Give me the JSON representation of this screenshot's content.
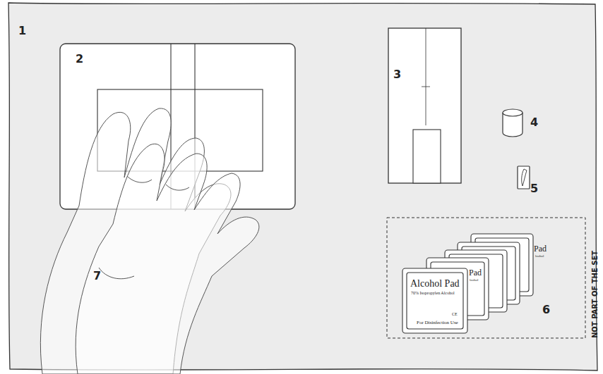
{
  "diagram": {
    "labels": [
      "1",
      "2",
      "3",
      "4",
      "5",
      "6",
      "7",
      "NOT PART OF THE SET",
      "Alcohol Pad",
      "70% Isopropylen Alcohol",
      "CE",
      "For Disinfection Use",
      "Pad",
      "lcohol",
      "Pad",
      "lcohol"
    ]
  }
}
